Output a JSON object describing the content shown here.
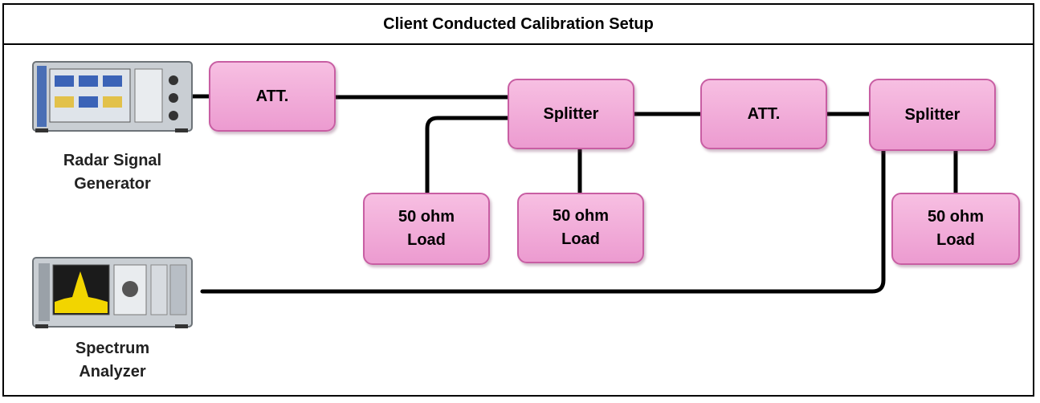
{
  "title": "Client Conducted Calibration Setup",
  "devices": {
    "generator": {
      "line1": "Radar Signal",
      "line2": "Generator",
      "icon": "signal-generator-icon"
    },
    "analyzer": {
      "line1": "Spectrum",
      "line2": "Analyzer",
      "icon": "spectrum-analyzer-icon"
    }
  },
  "blocks": {
    "att1": "ATT.",
    "splitter1": "Splitter",
    "att2": "ATT.",
    "splitter2": "Splitter",
    "load1": {
      "line1": "50 ohm",
      "line2": "Load"
    },
    "load2": {
      "line1": "50 ohm",
      "line2": "Load"
    },
    "load3": {
      "line1": "50 ohm",
      "line2": "Load"
    }
  },
  "colors": {
    "block_fill": "#f3acd9",
    "block_border": "#c85ea3",
    "wire": "#000000"
  }
}
